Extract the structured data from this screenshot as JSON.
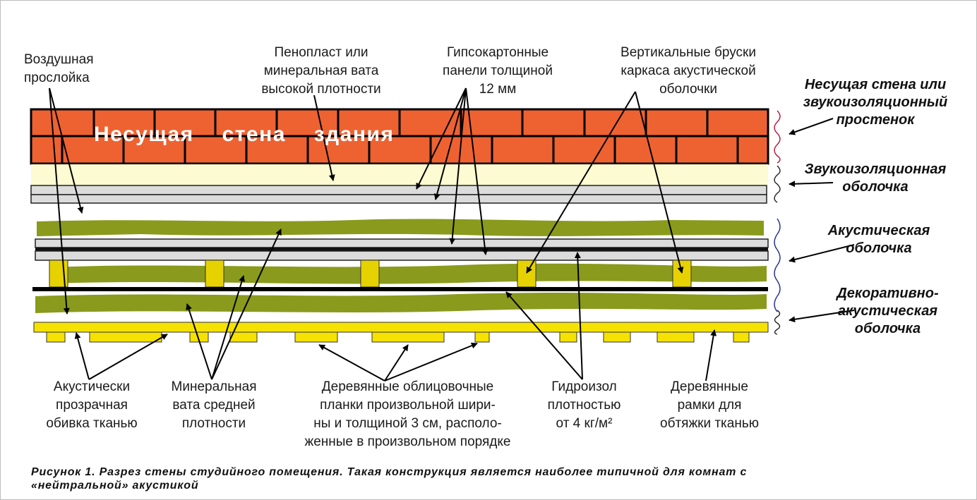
{
  "colors": {
    "brick": "#ee6232",
    "mortar": "#000000",
    "foam": "#fdfbd2",
    "gypsum": "#dcdcdc",
    "wool": "#8a9a1c",
    "stud": "#e6d200",
    "trim": "#f5e200",
    "brace": "#b0143c",
    "brace2": "#1c2a8c"
  },
  "wall_title": "Несущая стена здания",
  "top_labels": {
    "air_gap": [
      "Воздушная",
      "прослойка"
    ],
    "foam": [
      "Пенопласт или",
      "минеральная вата",
      "высокой плотности"
    ],
    "gypsum": [
      "Гипсокартонные",
      "панели толщиной",
      "12 мм"
    ],
    "studs": [
      "Вертикальные бруски",
      "каркаса акустической",
      "оболочки"
    ]
  },
  "bottom_labels": {
    "fabric": [
      "Акустически",
      "прозрачная",
      "обивка тканью"
    ],
    "wool_mid": [
      "Минеральная",
      "вата средней",
      "плотности"
    ],
    "planks": [
      "Деревянные облицовочные",
      "планки произвольной шири-",
      "ны и толщиной 3 см, располо-",
      "женные в произвольном порядке"
    ],
    "membrane": [
      "Гидроизол",
      "плотностью",
      "от 4 кг/м²"
    ],
    "frames": [
      "Деревянные",
      "рамки для",
      "обтяжки тканью"
    ]
  },
  "right_labels": {
    "bearing": [
      "Несущая стена или",
      "звукоизоляционный",
      "простенок"
    ],
    "isolation": [
      "Звукоизоляционная",
      "оболочка"
    ],
    "acoustic": [
      "Акустическая",
      "оболочка"
    ],
    "decorative": [
      "Декоративно-",
      "акустическая",
      "оболочка"
    ]
  },
  "caption": [
    "Рисунок 1. Разрез стены студийного помещения. Такая конструкция является наиболее типичной для комнат с",
    "«нейтральной» акустикой"
  ]
}
